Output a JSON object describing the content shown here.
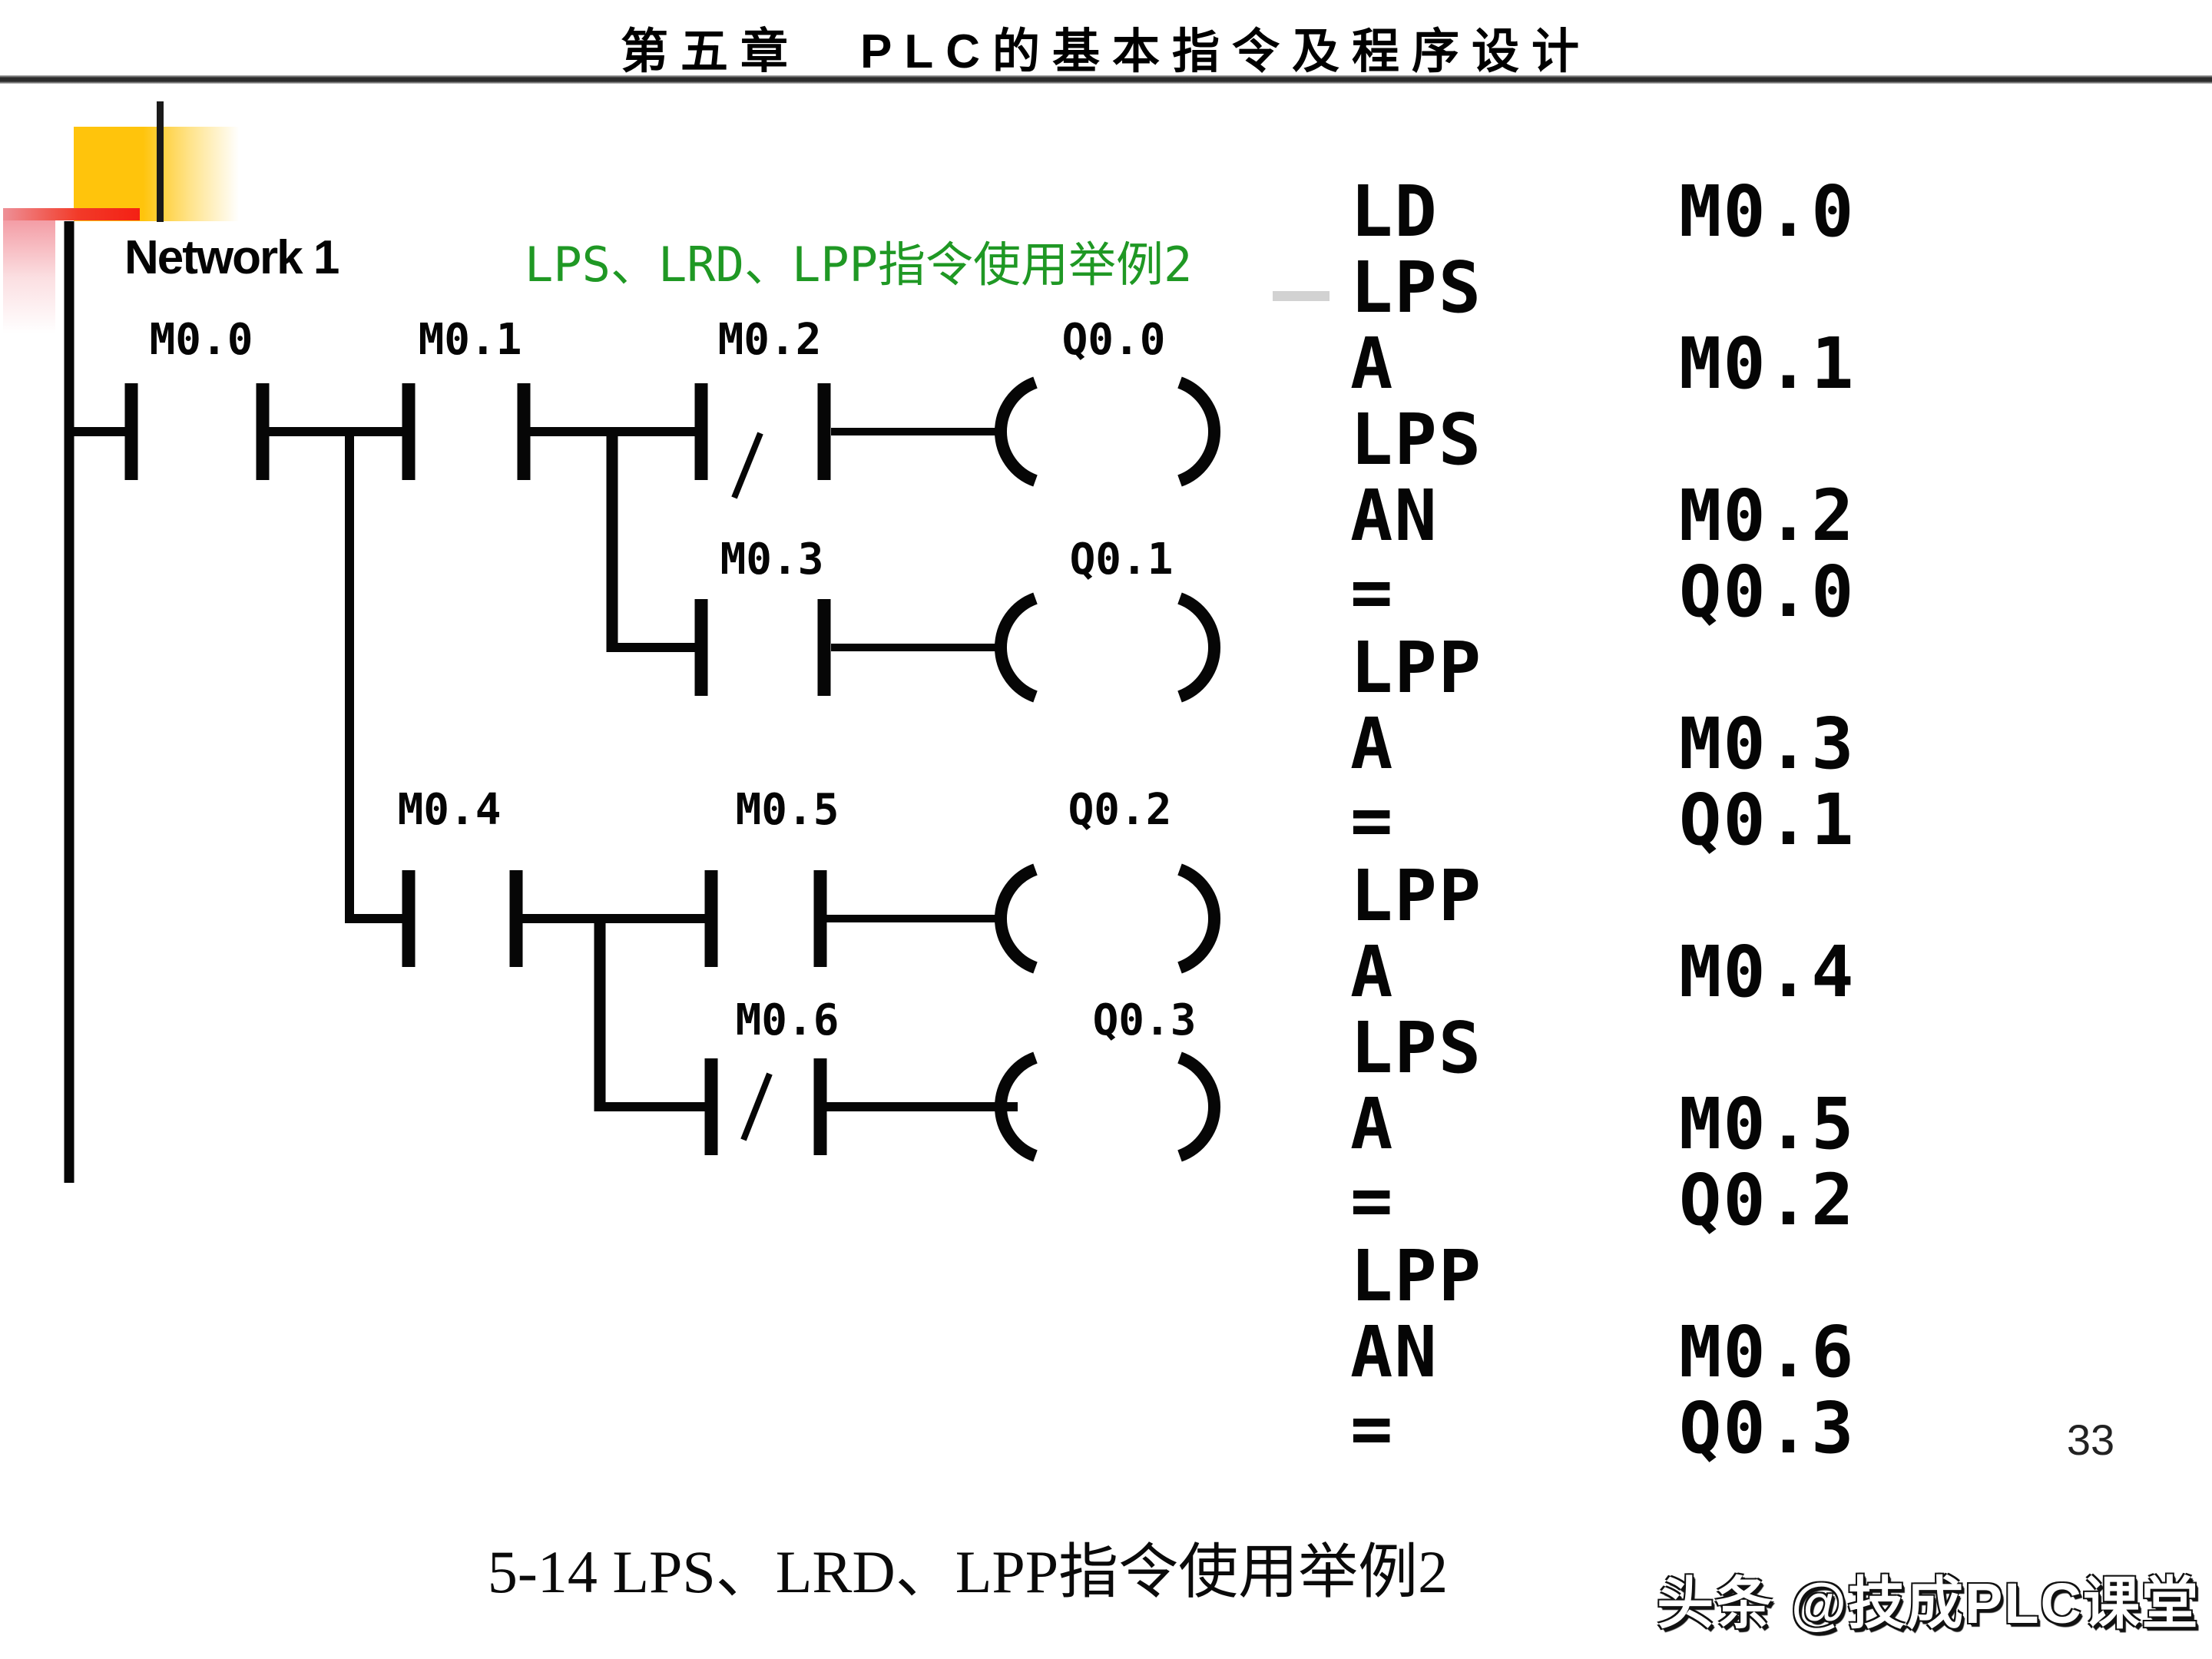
{
  "header": {
    "title": "第五章　PLC的基本指令及程序设计"
  },
  "network": {
    "label": "Network 1",
    "subtitle": "LPS、LRD、LPP指令使用举例2"
  },
  "ladder": {
    "labels": {
      "m00": "M0.0",
      "m01": "M0.1",
      "m02": "M0.2",
      "q00": "Q0.0",
      "m03": "M0.3",
      "q01": "Q0.1",
      "m04": "M0.4",
      "m05": "M0.5",
      "q02": "Q0.2",
      "m06": "M0.6",
      "q03": "Q0.3"
    }
  },
  "stl": {
    "rows": [
      {
        "op": "LD",
        "operand": "M0.0"
      },
      {
        "op": "LPS",
        "operand": ""
      },
      {
        "op": "A",
        "operand": "M0.1"
      },
      {
        "op": "LPS",
        "operand": ""
      },
      {
        "op": "AN",
        "operand": "M0.2"
      },
      {
        "op": "=",
        "operand": "Q0.0"
      },
      {
        "op": "LPP",
        "operand": ""
      },
      {
        "op": "A",
        "operand": "M0.3"
      },
      {
        "op": "=",
        "operand": "Q0.1"
      },
      {
        "op": "LPP",
        "operand": ""
      },
      {
        "op": "A",
        "operand": "M0.4"
      },
      {
        "op": "LPS",
        "operand": ""
      },
      {
        "op": "A",
        "operand": "M0.5"
      },
      {
        "op": "=",
        "operand": "Q0.2"
      },
      {
        "op": "LPP",
        "operand": ""
      },
      {
        "op": "AN",
        "operand": "M0.6"
      },
      {
        "op": "=",
        "operand": "Q0.3"
      }
    ]
  },
  "footer": {
    "page_number": "33",
    "caption": "5-14 LPS、LRD、LPP指令使用举例2",
    "watermark": "头条 @技成PLC课堂"
  },
  "colors": {
    "title_green": "#1E8C1E",
    "subtitle_green": "#1F9824",
    "accent_yellow": "#FFC40C",
    "accent_red": "#F42014",
    "accent_pink": "#F18A94",
    "dash_gray": "#D2D2D2",
    "diagram_black": "#060606"
  }
}
